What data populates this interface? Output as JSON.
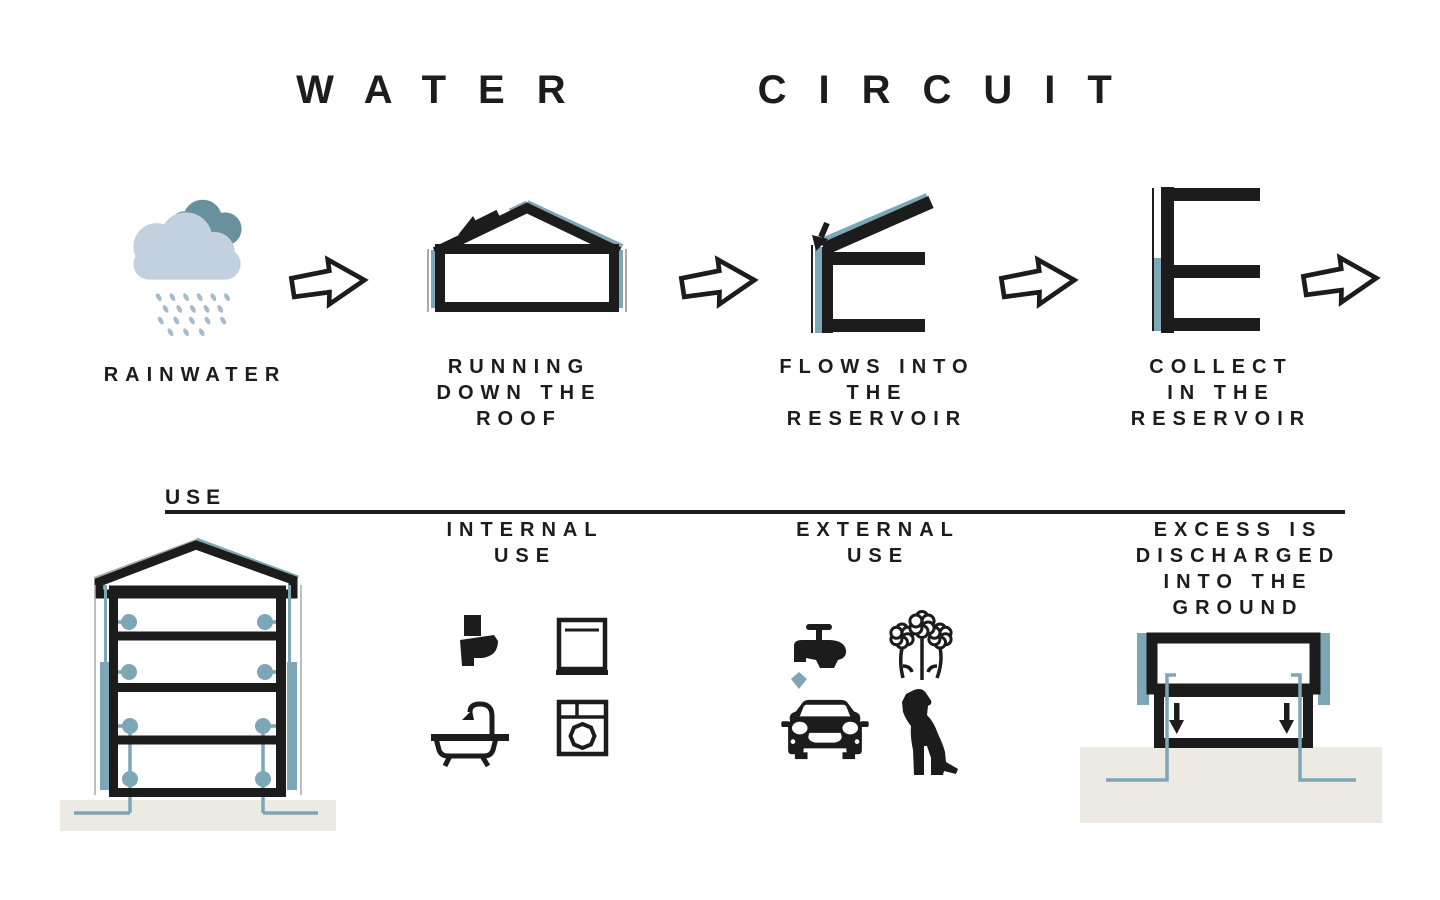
{
  "title": {
    "words": [
      "WATER",
      "CIRCUIT"
    ]
  },
  "colors": {
    "ink": "#1c1c1c",
    "teal": "#7da6b6",
    "teal2": "#68909d",
    "cloud": "#c2d0df",
    "rain": "#a4bccd",
    "ground": "#edeae4",
    "gray": "#a9a9a9"
  },
  "flow": {
    "steps": [
      {
        "name": "rainwater",
        "icon": "rain-cloud-icon",
        "lines": [
          "RAINWATER"
        ]
      },
      {
        "name": "running-down-the-roof",
        "icon": "house-roof-icon",
        "lines": [
          "RUNNING",
          "DOWN THE",
          "ROOF"
        ]
      },
      {
        "name": "flows-into-the-reservoir",
        "icon": "roof-gutter-icon",
        "lines": [
          "FLOWS INTO",
          "THE",
          "RESERVOIR"
        ]
      },
      {
        "name": "collect-in-the-reservoir",
        "icon": "reservoir-tank-icon",
        "lines": [
          "COLLECT",
          "IN THE",
          "RESERVOIR"
        ]
      }
    ]
  },
  "use_section": {
    "heading": "USE",
    "internal": {
      "lines": [
        "INTERNAL",
        "USE"
      ],
      "icons": [
        "toilet-icon",
        "dishwasher-icon",
        "bathtub-icon",
        "washing-machine-icon"
      ]
    },
    "external": {
      "lines": [
        "EXTERNAL",
        "USE"
      ],
      "icons": [
        "faucet-icon",
        "plants-icon",
        "car-icon",
        "dog-icon"
      ]
    },
    "excess": {
      "lines": [
        "EXCESS IS",
        "DISCHARGED",
        "INTO THE",
        "GROUND"
      ]
    }
  }
}
